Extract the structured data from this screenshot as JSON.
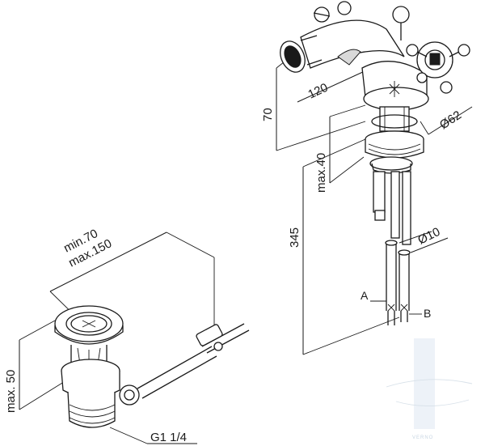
{
  "diagram": {
    "waste": {
      "dim_length_min": "min.70",
      "dim_length_max": "max.150",
      "dim_height": "max. 50",
      "thread": "G1 1/4"
    },
    "mixer": {
      "dim_reach": "120",
      "dim_height": "70",
      "dim_base_diameter": "Ø62",
      "dim_deck_thickness": "max.40",
      "dim_total_length": "345",
      "dim_hose_diameter": "Ø10",
      "hose_a": "A",
      "hose_b": "B"
    },
    "watermark": {
      "text": "VERNO"
    }
  }
}
